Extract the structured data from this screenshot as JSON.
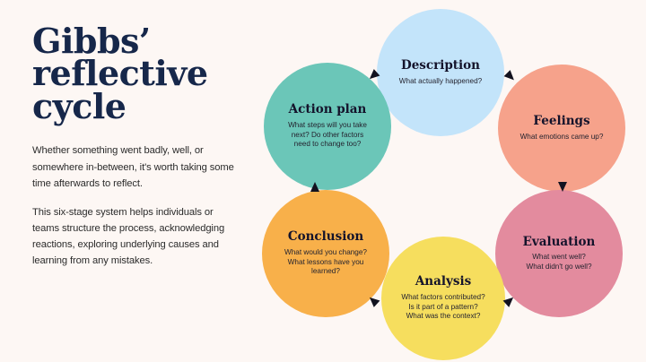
{
  "background_color": "#FDF7F4",
  "header": {
    "title": "Gibbs’\nreflective\ncycle",
    "title_color": "#16274A"
  },
  "intro": {
    "paragraph_1": "Whether something went badly, well, or somewhere in-between, it's worth taking some time afterwards to reflect.",
    "paragraph_2": "This six-stage system helps individuals or teams structure the process, acknowledging reactions, exploring underlying causes and learning from any mistakes."
  },
  "diagram": {
    "type": "cycle",
    "direction": "clockwise",
    "arrow_color": "#12121F",
    "stages": [
      {
        "id": "description",
        "title": "Description",
        "question": "What actually happened?",
        "color": "#C3E4FA",
        "position": "12-oclock"
      },
      {
        "id": "feelings",
        "title": "Feelings",
        "question": "What emotions came up?",
        "color": "#F6A28B",
        "position": "2-oclock"
      },
      {
        "id": "evaluation",
        "title": "Evaluation",
        "question": "What went well?\nWhat didn't go well?",
        "color": "#E38B9E",
        "position": "4-oclock"
      },
      {
        "id": "analysis",
        "title": "Analysis",
        "question": "What factors contributed?\nIs it part of a pattern?\nWhat was the context?",
        "color": "#F6DE5E",
        "position": "6-oclock"
      },
      {
        "id": "conclusion",
        "title": "Conclusion",
        "question": "What would you change?\nWhat lessons have you\nlearned?",
        "color": "#F8B04A",
        "position": "8-oclock"
      },
      {
        "id": "action-plan",
        "title": "Action plan",
        "question": "What steps will you take\nnext? Do other factors\nneed to change too?",
        "color": "#6BC6B8",
        "position": "10-oclock"
      }
    ]
  }
}
